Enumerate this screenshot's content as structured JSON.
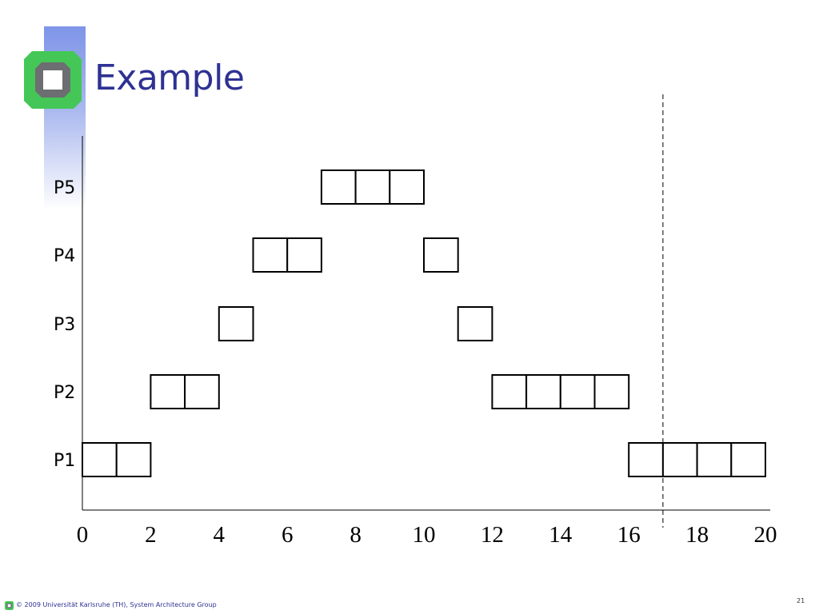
{
  "slide": {
    "title": "Example",
    "footer": "© 2009 Universität Karlsruhe (TH), System Architecture Group",
    "page_number": "21"
  },
  "colors": {
    "title": "#2e3192",
    "logo_green": "#44c757",
    "logo_gray": "#6d6e71",
    "side_bar": "#8fa2ea"
  },
  "chart_data": {
    "type": "gantt",
    "rows": [
      {
        "name": "P5",
        "slots": [
          7,
          8,
          9
        ]
      },
      {
        "name": "P4",
        "slots": [
          5,
          6,
          10
        ]
      },
      {
        "name": "P3",
        "slots": [
          4,
          11
        ]
      },
      {
        "name": "P2",
        "slots": [
          2,
          3,
          12,
          13,
          14,
          15
        ]
      },
      {
        "name": "P1",
        "slots": [
          0,
          1,
          16,
          17,
          18,
          19
        ]
      }
    ],
    "x_ticks": [
      "0",
      "2",
      "4",
      "6",
      "8",
      "10",
      "12",
      "14",
      "16",
      "18",
      "20"
    ],
    "xlim": [
      0,
      20
    ],
    "marker_line": 17
  }
}
